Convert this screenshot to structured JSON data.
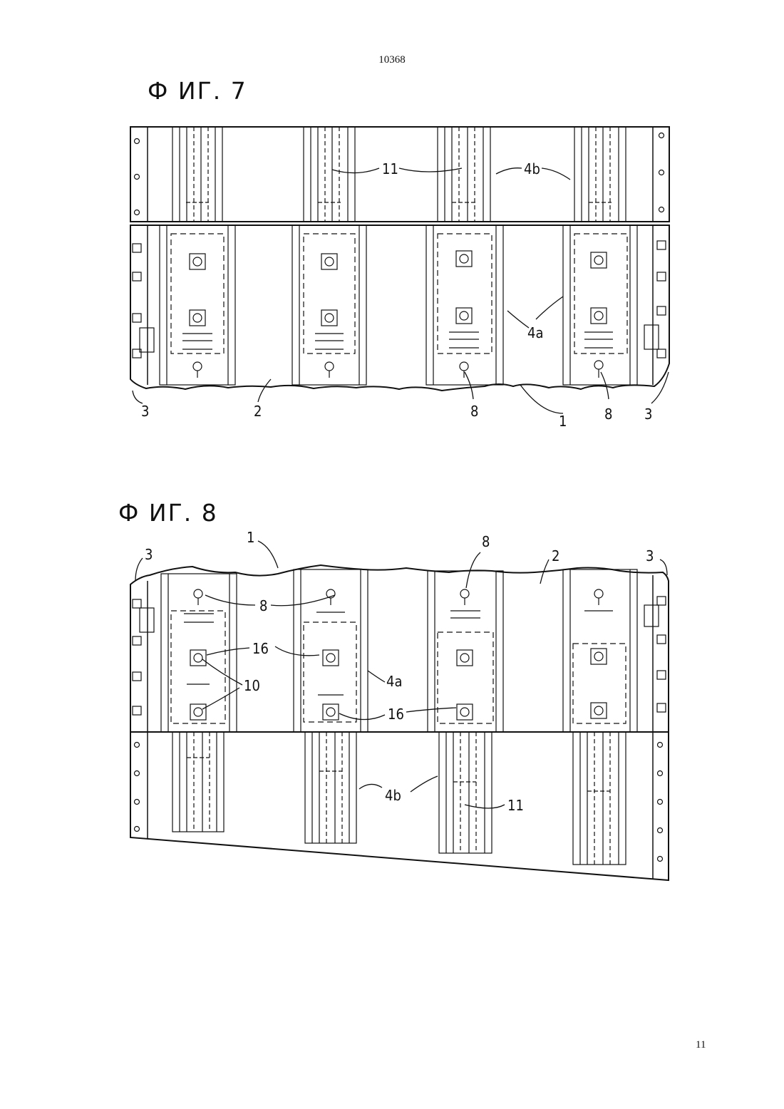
{
  "page": {
    "header_number": "10368",
    "footer_number": "11"
  },
  "figures": [
    {
      "title": "Ф ИГ. 7",
      "labels": {
        "ref_11": "11",
        "ref_4b": "4b",
        "ref_4a": "4a",
        "ref_3_left": "3",
        "ref_2": "2",
        "ref_8_a": "8",
        "ref_1": "1",
        "ref_8_b": "8",
        "ref_3_right": "3"
      }
    },
    {
      "title": "Ф ИГ. 8",
      "labels": {
        "ref_1": "1",
        "ref_3_left": "3",
        "ref_8_top": "8",
        "ref_2": "2",
        "ref_3_right": "3",
        "ref_8_mid": "8",
        "ref_16_a": "16",
        "ref_10": "10",
        "ref_4a": "4a",
        "ref_16_b": "16",
        "ref_4b": "4b",
        "ref_11": "11"
      }
    }
  ]
}
